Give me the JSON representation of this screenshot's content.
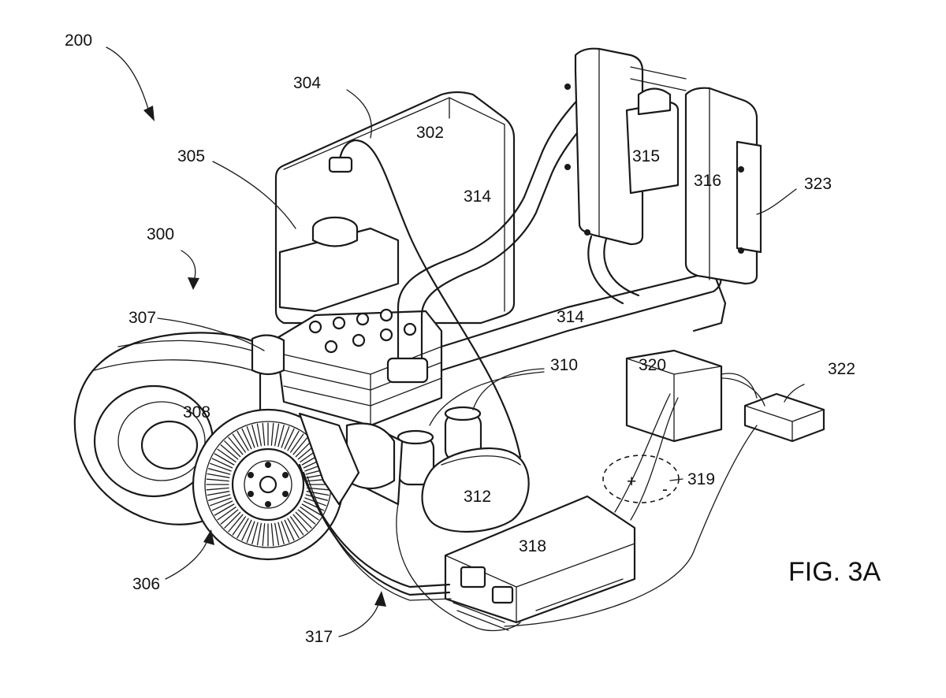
{
  "figure": {
    "caption": "FIG. 3A"
  },
  "labels": {
    "l200": "200",
    "l300": "300",
    "l302": "302",
    "l304": "304",
    "l305": "305",
    "l306": "306",
    "l307": "307",
    "l308": "308",
    "l310": "310",
    "l312": "312",
    "l314a": "314",
    "l314b": "314",
    "l315": "315",
    "l316": "316",
    "l317": "317",
    "l318": "318",
    "l319": "319",
    "l320": "320",
    "l322": "322",
    "l323": "323"
  },
  "symbols": {
    "plus": "+",
    "minus": "-"
  }
}
